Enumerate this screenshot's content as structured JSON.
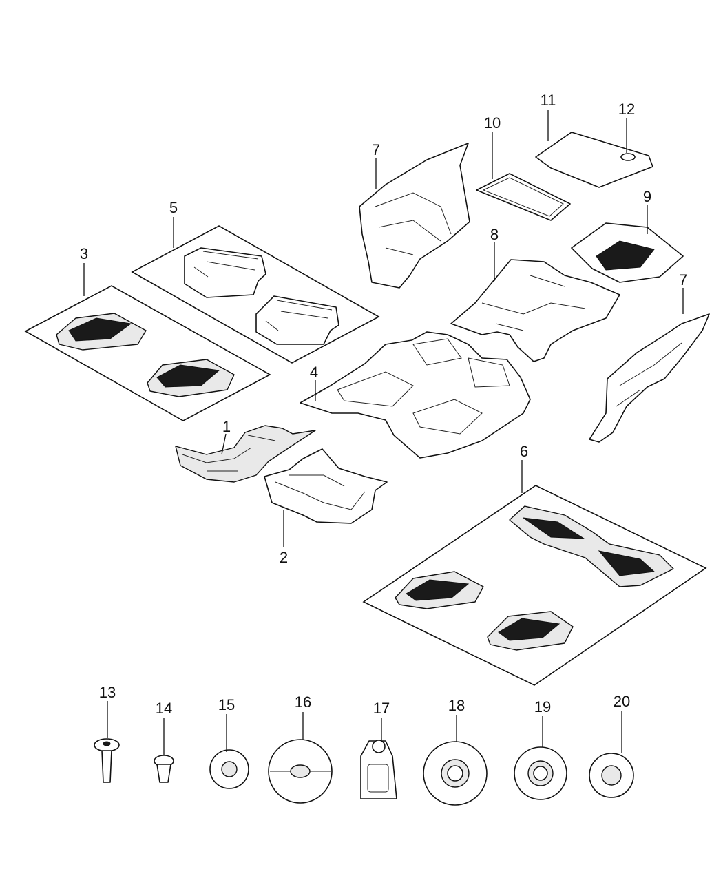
{
  "callouts": [
    {
      "id": "1",
      "label": "1"
    },
    {
      "id": "2",
      "label": "2"
    },
    {
      "id": "3",
      "label": "3"
    },
    {
      "id": "4",
      "label": "4"
    },
    {
      "id": "5",
      "label": "5"
    },
    {
      "id": "6",
      "label": "6"
    },
    {
      "id": "7a",
      "label": "7"
    },
    {
      "id": "7b",
      "label": "7"
    },
    {
      "id": "8",
      "label": "8"
    },
    {
      "id": "9",
      "label": "9"
    },
    {
      "id": "10",
      "label": "10"
    },
    {
      "id": "11",
      "label": "11"
    },
    {
      "id": "12",
      "label": "12"
    },
    {
      "id": "13",
      "label": "13"
    },
    {
      "id": "14",
      "label": "14"
    },
    {
      "id": "15",
      "label": "15"
    },
    {
      "id": "16",
      "label": "16"
    },
    {
      "id": "17",
      "label": "17"
    },
    {
      "id": "18",
      "label": "18"
    },
    {
      "id": "19",
      "label": "19"
    },
    {
      "id": "20",
      "label": "20"
    }
  ],
  "colors": {
    "line": "#111111",
    "background": "#ffffff",
    "shade": "#e9e9e9"
  }
}
